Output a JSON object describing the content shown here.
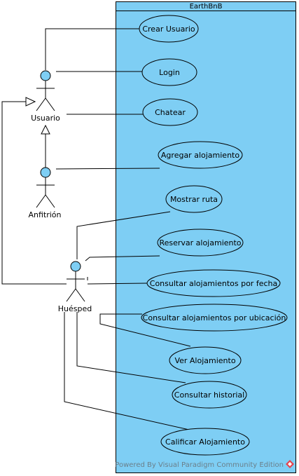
{
  "system": {
    "title": "EarthBnB",
    "fill_color": "#7ecef4",
    "border_color": "#000000"
  },
  "actors": {
    "usuario": "Usuario",
    "anfitrion": "Anfitrión",
    "huesped": "Huésped",
    "head_color": "#7ecef4"
  },
  "use_cases": {
    "crear_usuario": "Crear Usuario",
    "login": "Login",
    "chatear": "Chatear",
    "agregar_alojamiento": "Agregar alojamiento",
    "mostrar_ruta": "Mostrar ruta",
    "reservar_alojamiento": "Reservar alojamiento",
    "consultar_por_fecha": "Consultar alojamientos por fecha",
    "consultar_por_ubicacion": "Consultar alojamientos por ubicación",
    "ver_alojamiento": "Ver Alojamiento",
    "consultar_historial": "Consultar historial",
    "calificar_alojamiento": "Calificar Alojamiento"
  },
  "footer": {
    "text": "Powered By Visual Paradigm Community Edition",
    "logo_icon": "visual-paradigm-logo-icon"
  }
}
